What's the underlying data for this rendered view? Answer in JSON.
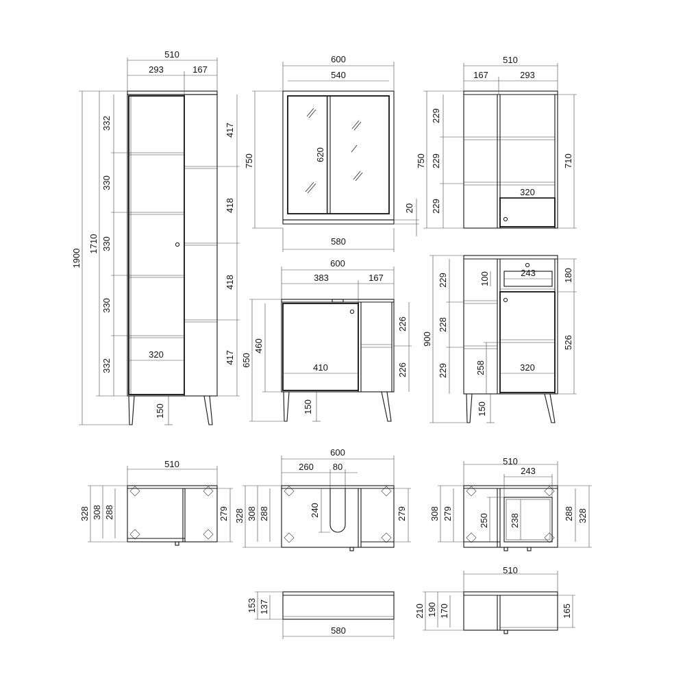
{
  "views": {
    "tall_cabinet": {
      "overall_width": "510",
      "left_part": "293",
      "right_part": "167",
      "overall_height": "1900",
      "body_height": "1710",
      "left_shelves": [
        "332",
        "330",
        "330",
        "330",
        "332"
      ],
      "right_shelves": [
        "417",
        "418",
        "418",
        "417"
      ],
      "inner_width": "320",
      "leg_height": "150"
    },
    "mirror_cabinet": {
      "overall_width": "600",
      "inner_width": "540",
      "height": "750",
      "glass_height": "620",
      "shelf_thickness": "20",
      "shelf_width": "580"
    },
    "wall_cabinet": {
      "overall_width": "510",
      "left_part": "167",
      "right_part": "293",
      "height": "750",
      "inner_height": "710",
      "left_shelves": [
        "229",
        "229",
        "229"
      ],
      "inner_width": "320"
    },
    "sink_cabinet": {
      "overall_width": "600",
      "left_part": "383",
      "right_part": "167",
      "door_height": "460",
      "total_height": "650",
      "door_width": "410",
      "right_shelves": [
        "226",
        "226"
      ],
      "leg_height": "150"
    },
    "drawer_cabinet": {
      "height": "900",
      "drawer_width": "243",
      "drawer_height": "100",
      "top_section": "180",
      "left_shelves": [
        "229",
        "228",
        "229"
      ],
      "inner_height": "526",
      "inner_depth": "258",
      "inner_width": "320",
      "leg_height": "150"
    },
    "plan_tall": {
      "width": "510",
      "depths": [
        "328",
        "308",
        "288"
      ],
      "right_depth": "279"
    },
    "plan_sink": {
      "width": "600",
      "left_offset": "260",
      "cutout_width": "80",
      "cutout_depth": "240",
      "depths": [
        "328",
        "308",
        "288"
      ],
      "right_depth": "279"
    },
    "plan_drawer": {
      "width": "510",
      "drawer_width": "243",
      "left_depths": [
        "308",
        "279"
      ],
      "inner_depth_a": "250",
      "inner_depth_b": "238",
      "right_depths": [
        "288",
        "328"
      ]
    },
    "plan_shelf": {
      "width": "580",
      "depths": [
        "153",
        "137"
      ]
    },
    "plan_wall": {
      "width": "510",
      "depths": [
        "210",
        "190",
        "170"
      ],
      "right_depth": "165"
    }
  }
}
